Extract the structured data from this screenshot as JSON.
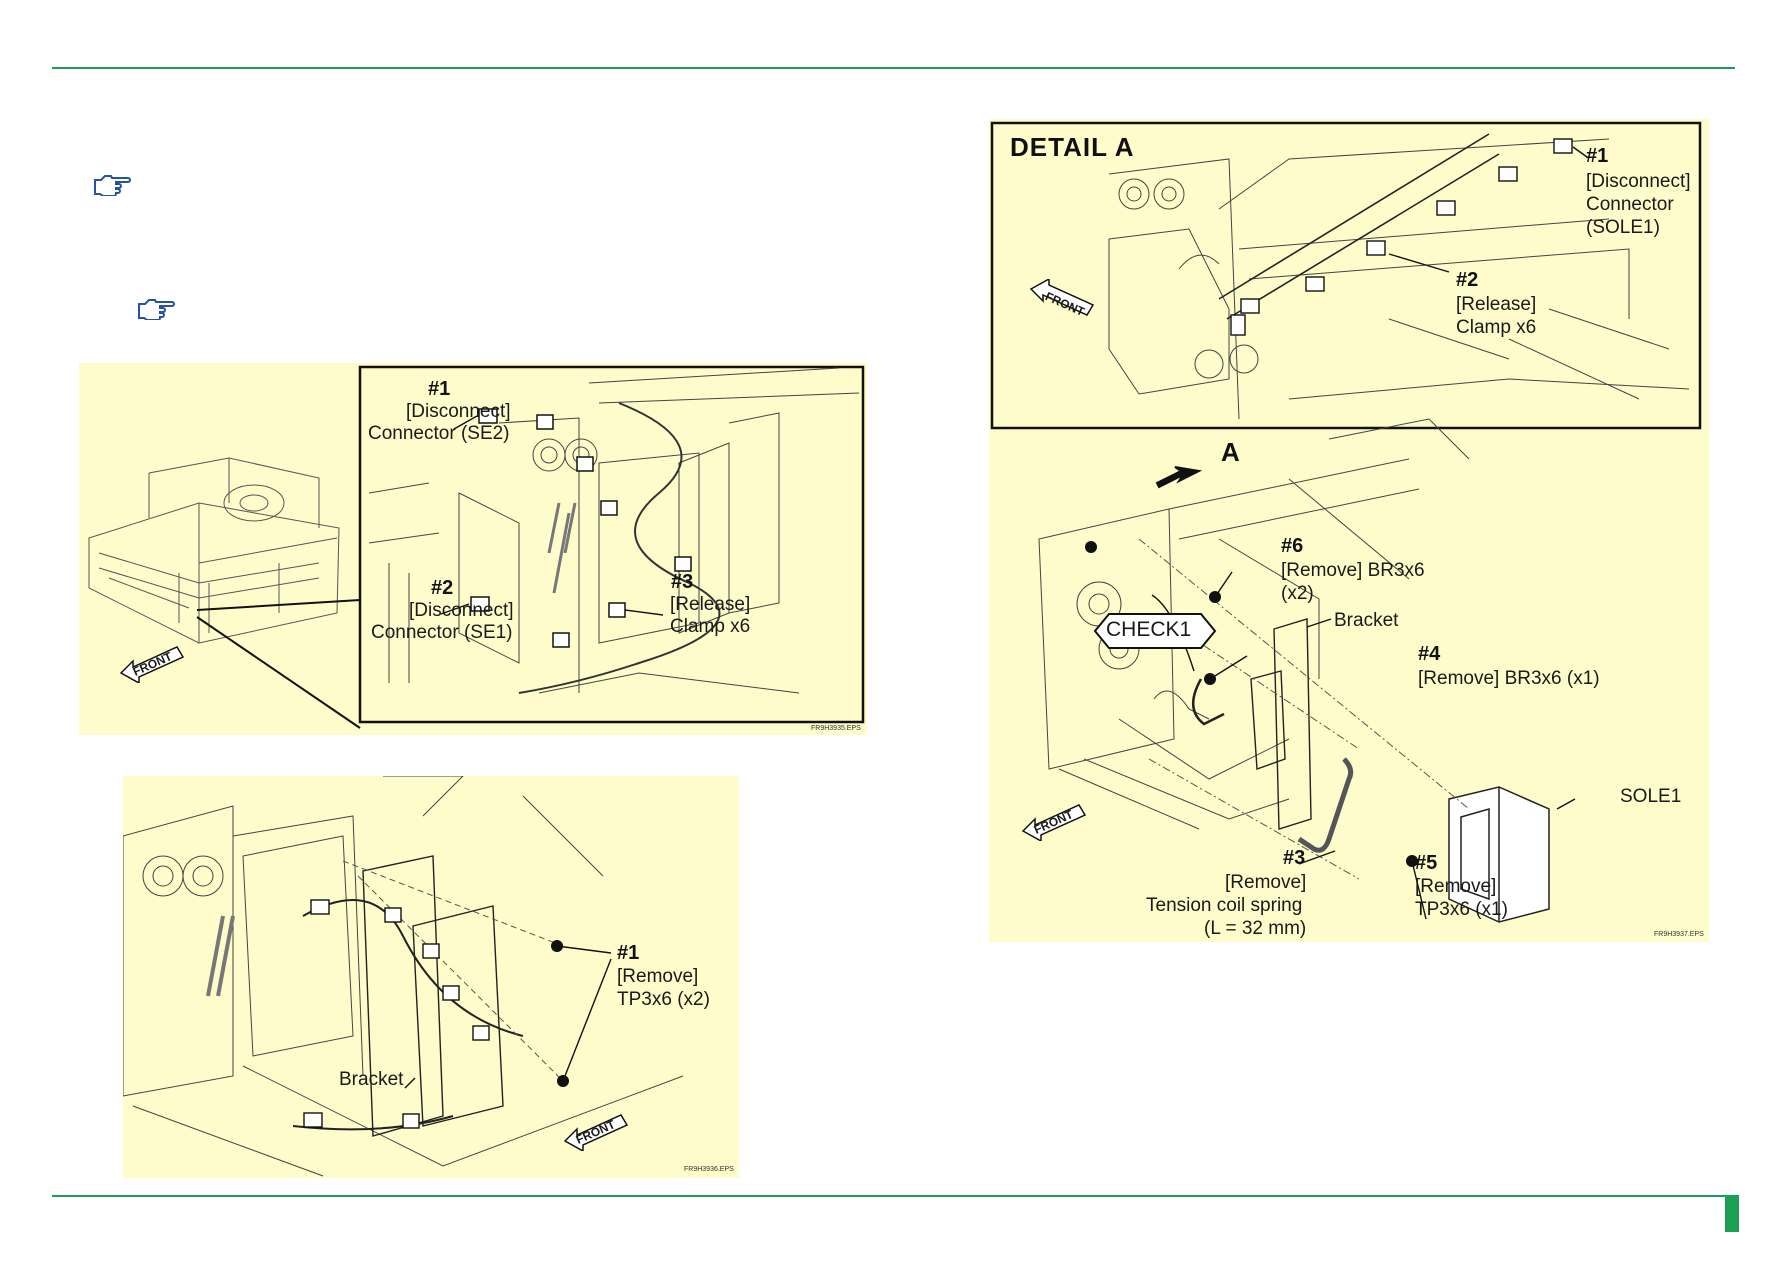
{
  "header": {
    "rule_color": "#1e9a5e"
  },
  "icons": {
    "reference": "pointing-hand-icon"
  },
  "figure1": {
    "callout1_num": "#1",
    "callout1_action": "[Disconnect]",
    "callout1_part": "Connector (SE2)",
    "callout2_num": "#2",
    "callout2_action": "[Disconnect]",
    "callout2_part": "Connector (SE1)",
    "callout3_num": "#3",
    "callout3_action": "[Release]",
    "callout3_part": "Clamp x6",
    "front_label": "FRONT",
    "filename": "FR9H3935.EPS"
  },
  "figure2": {
    "callout1_num": "#1",
    "callout1_action": "[Remove]",
    "callout1_part": "TP3x6 (x2)",
    "bracket_label": "Bracket",
    "front_label": "FRONT",
    "filename": "FR9H3936.EPS"
  },
  "figure3": {
    "detail_title": "DETAIL A",
    "detail_c1_num": "#1",
    "detail_c1_action": "[Disconnect]",
    "detail_c1_part1": "Connector",
    "detail_c1_part2": "(SOLE1)",
    "detail_c2_num": "#2",
    "detail_c2_action": "[Release]",
    "detail_c2_part": "Clamp x6",
    "arrow_label": "A",
    "check_label": "CHECK1",
    "c6_num": "#6",
    "c6_line1": "[Remove] BR3x6",
    "c6_line2": "(x2)",
    "bracket_label": "Bracket",
    "c4_num": "#4",
    "c4_line1": "[Remove] BR3x6 (x1)",
    "sole_label": "SOLE1",
    "c3_num": "#3",
    "c3_line1": "[Remove]",
    "c3_line2": "Tension coil spring",
    "c3_line3": "(L = 32 mm)",
    "c5_num": "#5",
    "c5_line1": "[Remove]",
    "c5_line2": "TP3x6 (x1)",
    "front_label": "FRONT",
    "filename": "FR9H3937.EPS"
  }
}
